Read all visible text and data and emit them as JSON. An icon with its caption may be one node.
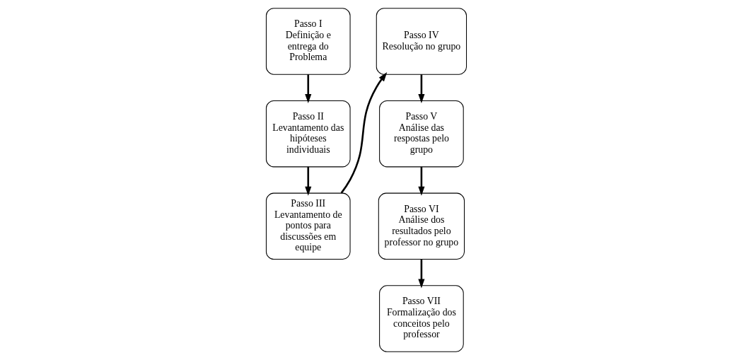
{
  "diagram": {
    "nodes": [
      {
        "text": [
          "Passo I",
          "Definição e entrega do Problema"
        ]
      },
      {
        "text": [
          "Passo II",
          "Levantamento das hipóteses individuais"
        ]
      },
      {
        "text": [
          "Passo III",
          "Levantamento de pontos para discussões em equipe"
        ]
      },
      {
        "text": [
          "Passo IV",
          "Resolução no grupo"
        ]
      },
      {
        "text": [
          "Passo V",
          "Análise das respostas pelo grupo"
        ]
      },
      {
        "text": [
          "Passo VI",
          "Análise dos resultados pelo professor no grupo"
        ]
      },
      {
        "text": [
          "Passo VII",
          "Formalização dos conceitos pelo professor"
        ]
      }
    ],
    "edges": [
      {
        "from": 0,
        "to": 1,
        "arrow": "to"
      },
      {
        "from": 1,
        "to": 2,
        "arrow": "to"
      },
      {
        "from": 2,
        "to": 3,
        "arrow": "to"
      },
      {
        "from": 3,
        "to": 4,
        "arrow": "to"
      },
      {
        "from": 4,
        "to": 5,
        "arrow": "to"
      },
      {
        "from": 5,
        "to": 6,
        "arrow": "to"
      }
    ]
  }
}
